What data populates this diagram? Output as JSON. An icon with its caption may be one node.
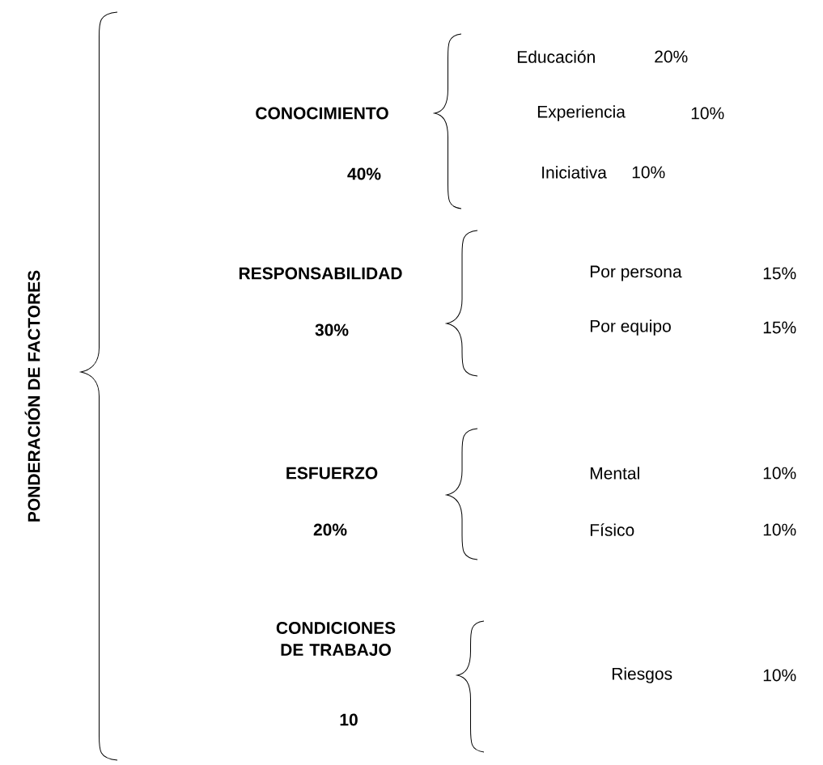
{
  "diagram": {
    "labels": [
      "PONDERACIÓN DE FACTORES",
      "CONOCIMIENTO",
      "40%",
      "Educación",
      "20%",
      "Experiencia",
      "10%",
      "Iniciativa",
      "10%",
      "RESPONSABILIDAD",
      "30%",
      "Por persona",
      "15%",
      "Por equipo",
      "15%",
      "ESFUERZO",
      "20%",
      "Mental",
      "10%",
      "Físico",
      "10%",
      "CONDICIONES DE TRABAJO",
      "10",
      "Riesgos",
      "10%"
    ]
  }
}
